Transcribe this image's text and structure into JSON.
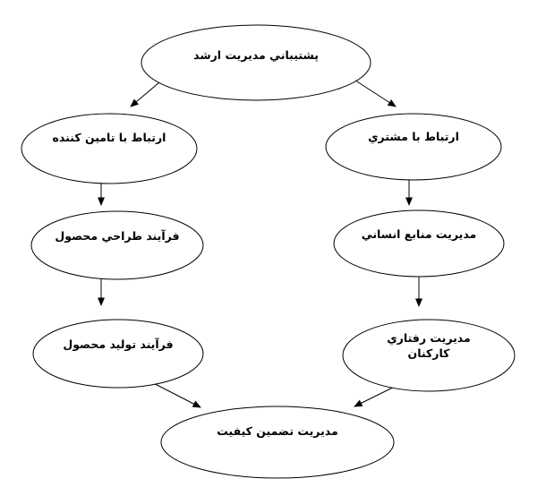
{
  "diagram": {
    "type": "flowchart",
    "language": "fa",
    "nodes": {
      "top_management_support": {
        "label": "پشتيباني مديريت ارشد"
      },
      "supplier_relation": {
        "label": "ارتباط با تامين كننده"
      },
      "customer_relation": {
        "label": "ارتباط با مشتري"
      },
      "product_design_process": {
        "label": "فرآيند طراحي محصول"
      },
      "human_resources_management": {
        "label": "مديريت منابع انساني"
      },
      "product_production_process": {
        "label": "فرآيند توليد محصول"
      },
      "employee_behavior_management": {
        "line1": "مديريت رفتاري",
        "line2": "كاركنان"
      },
      "quality_assurance_management": {
        "label": "مديريت تضمين كيفيت"
      }
    },
    "edges": [
      {
        "from": "top_management_support",
        "to": "supplier_relation"
      },
      {
        "from": "top_management_support",
        "to": "customer_relation"
      },
      {
        "from": "supplier_relation",
        "to": "product_design_process"
      },
      {
        "from": "customer_relation",
        "to": "human_resources_management"
      },
      {
        "from": "product_design_process",
        "to": "product_production_process"
      },
      {
        "from": "human_resources_management",
        "to": "employee_behavior_management"
      },
      {
        "from": "product_production_process",
        "to": "quality_assurance_management"
      },
      {
        "from": "employee_behavior_management",
        "to": "quality_assurance_management"
      }
    ],
    "colors": {
      "background": "#ffffff",
      "stroke": "#000000",
      "text": "#000000"
    }
  }
}
